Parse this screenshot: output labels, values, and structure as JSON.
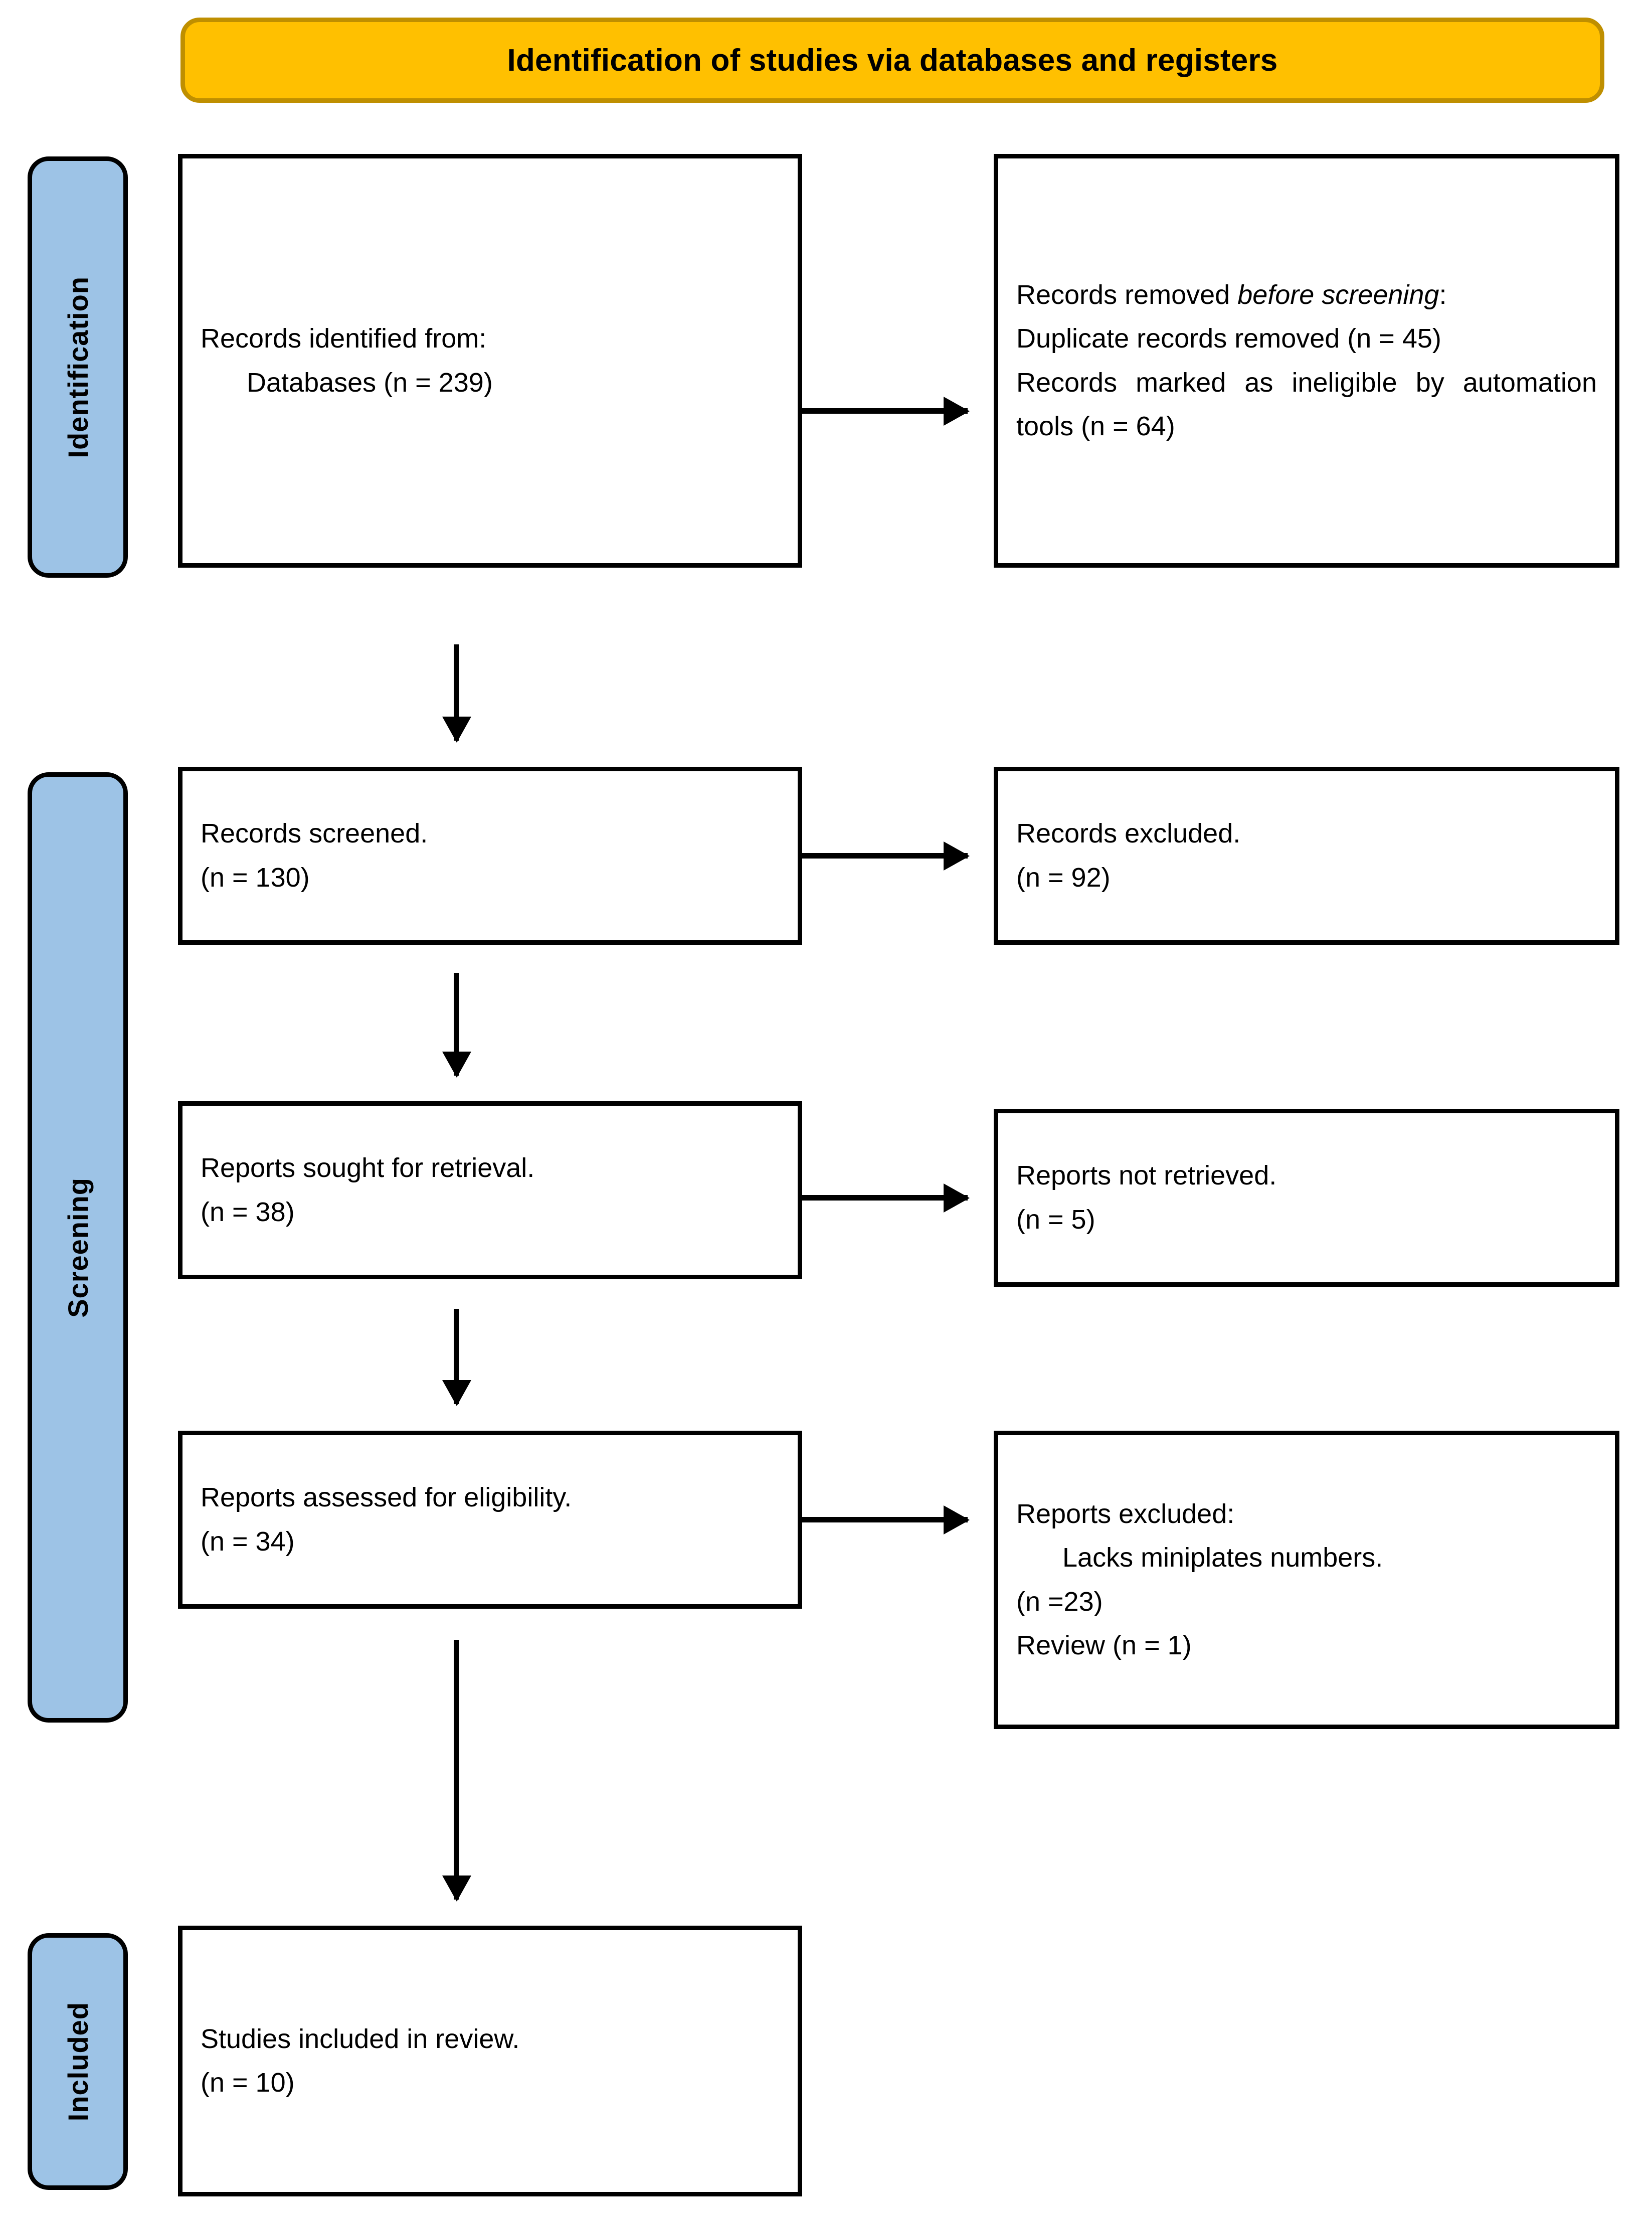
{
  "banner": {
    "title": "Identification of studies via databases and registers",
    "fill_color": "#FFC000",
    "border_color": "#BF8F00"
  },
  "stages": {
    "accent_color": "#9DC3E6",
    "identification": "Identification",
    "screening": "Screening",
    "included": "Included"
  },
  "boxes": {
    "identified": {
      "line1": "Records identified from:",
      "line2": "Databases (n = 239)"
    },
    "removed_before_screening": {
      "heading_normal": "Records removed ",
      "heading_italic": "before screening",
      "heading_colon": ":",
      "line2": "Duplicate records removed (n = 45)",
      "line3": "Records marked as ineligible by automation tools (n = 64)"
    },
    "records_screened": {
      "line1": "Records screened.",
      "line2": "(n = 130)"
    },
    "records_excluded": {
      "line1": "Records excluded.",
      "line2": "(n = 92)"
    },
    "reports_sought": {
      "line1": "Reports sought for retrieval.",
      "line2": "(n = 38)"
    },
    "reports_not_retrieved": {
      "line1": "Reports not retrieved.",
      "line2": "(n = 5)"
    },
    "reports_assessed": {
      "line1": "Reports assessed for eligibility.",
      "line2": "(n = 34)"
    },
    "reports_excluded": {
      "line1": "Reports excluded:",
      "line2": "Lacks miniplates numbers.",
      "line3": "(n =23)",
      "line4": "Review (n = 1)"
    },
    "studies_included": {
      "line1": "Studies included in review.",
      "line2": "(n = 10)"
    }
  },
  "chart_data": {
    "type": "diagram",
    "title": "Identification of studies via databases and registers",
    "flow": "PRISMA 2020 study selection flow diagram",
    "stages": [
      {
        "stage": "Identification",
        "included": [
          {
            "label": "Records identified from Databases",
            "n": 239
          }
        ],
        "excluded": [
          {
            "label": "Duplicate records removed",
            "n": 45
          },
          {
            "label": "Records marked as ineligible by automation tools",
            "n": 64
          }
        ]
      },
      {
        "stage": "Screening",
        "included": [
          {
            "label": "Records screened",
            "n": 130
          },
          {
            "label": "Reports sought for retrieval",
            "n": 38
          },
          {
            "label": "Reports assessed for eligibility",
            "n": 34
          }
        ],
        "excluded": [
          {
            "label": "Records excluded",
            "n": 92
          },
          {
            "label": "Reports not retrieved",
            "n": 5
          },
          {
            "label": "Reports excluded: Lacks miniplates numbers",
            "n": 23
          },
          {
            "label": "Reports excluded: Review",
            "n": 1
          }
        ]
      },
      {
        "stage": "Included",
        "included": [
          {
            "label": "Studies included in review",
            "n": 10
          }
        ],
        "excluded": []
      }
    ]
  }
}
